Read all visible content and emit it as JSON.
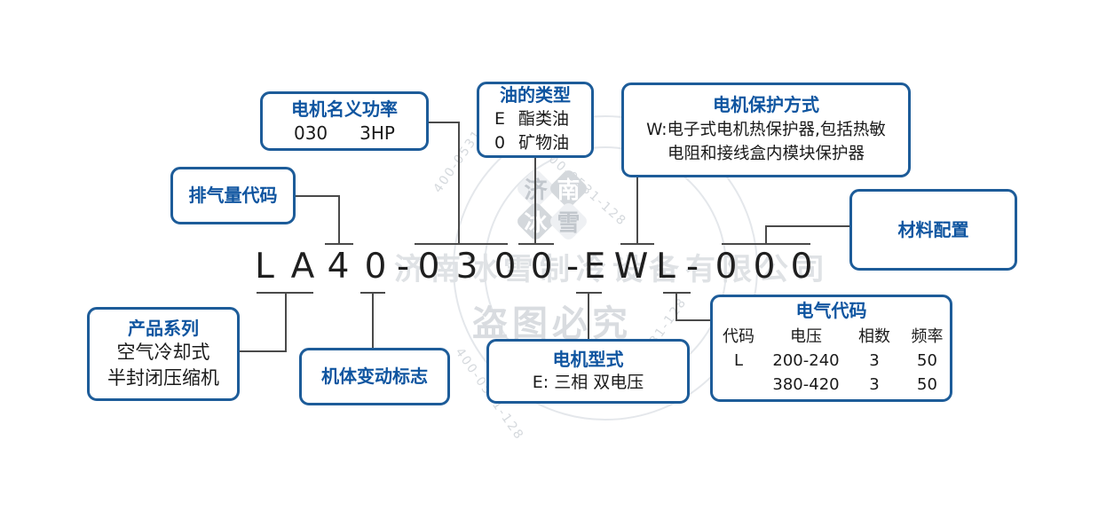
{
  "model": {
    "code": "LA40-0300-EWL-000"
  },
  "boxes": {
    "motor_power": {
      "title": "电机名义功率",
      "code": "030",
      "power": "3HP"
    },
    "oil_type": {
      "title": "油的类型",
      "options": [
        [
          "E",
          "酯类油"
        ],
        [
          "0",
          "矿物油"
        ]
      ]
    },
    "motor_protection": {
      "title": "电机保护方式",
      "desc_line1": "W:电子式电机热保护器,包括热敏",
      "desc_line2": "电阻和接线盒内模块保护器"
    },
    "displacement": {
      "title": "排气量代码"
    },
    "material": {
      "title": "材料配置"
    },
    "product_series": {
      "title": "产品系列",
      "desc_line1": "空气冷却式",
      "desc_line2": "半封闭压缩机"
    },
    "body_change": {
      "title": "机体变动标志"
    },
    "motor_type": {
      "title": "电机型式",
      "value": "E: 三相 双电压"
    },
    "electrical": {
      "title": "电气代码",
      "headers": [
        "代码",
        "电压",
        "相数",
        "频率"
      ],
      "rows": [
        [
          "L",
          "200-240",
          "3",
          "50"
        ],
        [
          "",
          "380-420",
          "3",
          "50"
        ]
      ]
    }
  },
  "watermark": {
    "seal_chars": [
      "济",
      "南",
      "冰",
      "雪"
    ],
    "company": "济南冰雪制冷设备有限公司",
    "notice": "盗图必究",
    "phone": "400-0531-128"
  },
  "colors": {
    "frame": "#1d5c99",
    "title_blue": "#0f55a0",
    "line": "#4a4a4a",
    "text": "#1a1a1a"
  }
}
